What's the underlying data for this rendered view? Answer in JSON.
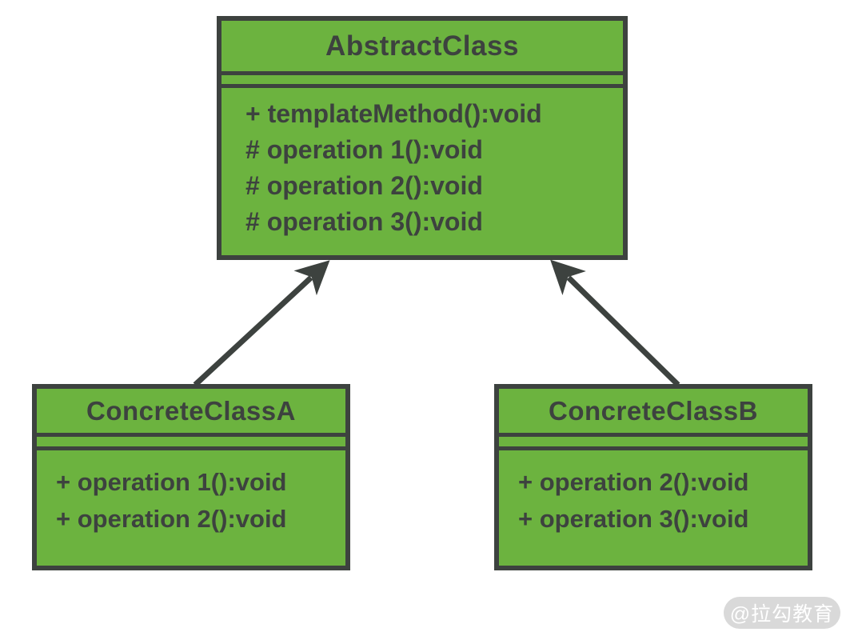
{
  "colors": {
    "class-fill": "#6cb33f",
    "stroke": "#3d423f",
    "background": "#ffffff",
    "watermark-bg": "#d9d9d9",
    "watermark-text": "#ffffff"
  },
  "diagram": {
    "type": "uml-class-diagram",
    "classes": [
      {
        "name": "AbstractClass",
        "attributes": [],
        "methods": [
          "+ templateMethod():void",
          "# operation 1():void",
          "# operation 2():void",
          "# operation 3():void"
        ]
      },
      {
        "name": "ConcreteClassA",
        "attributes": [],
        "methods": [
          "+ operation 1():void",
          "+ operation 2():void"
        ]
      },
      {
        "name": "ConcreteClassB",
        "attributes": [],
        "methods": [
          "+ operation 2():void",
          "+ operation 3():void"
        ]
      }
    ],
    "relations": [
      {
        "from": "ConcreteClassA",
        "to": "AbstractClass",
        "type": "inheritance-arrow"
      },
      {
        "from": "ConcreteClassB",
        "to": "AbstractClass",
        "type": "inheritance-arrow"
      }
    ],
    "watermark": "@拉勾教育"
  }
}
